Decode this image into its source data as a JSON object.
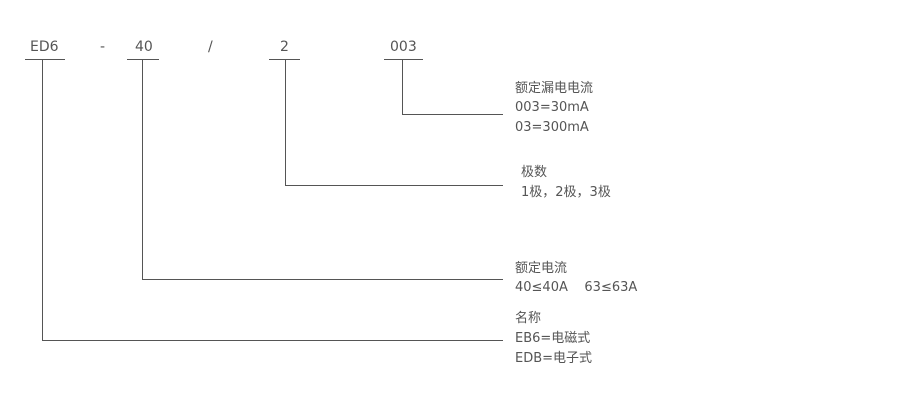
{
  "code_parts": [
    "ED6",
    "-",
    "40",
    "/",
    "2",
    "003"
  ],
  "leakage": {
    "title": "额定漏电电流",
    "lines": [
      "003=30mA",
      "03=300mA"
    ]
  },
  "poles": {
    "title": "极数",
    "lines": [
      "1极，2极，3极"
    ]
  },
  "rated_current": {
    "title": "额定电流",
    "lines": [
      "40≤40A    63≤63A"
    ]
  },
  "name": {
    "title": "名称",
    "lines": [
      "EB6=电磁式",
      "EDB=电子式"
    ]
  }
}
